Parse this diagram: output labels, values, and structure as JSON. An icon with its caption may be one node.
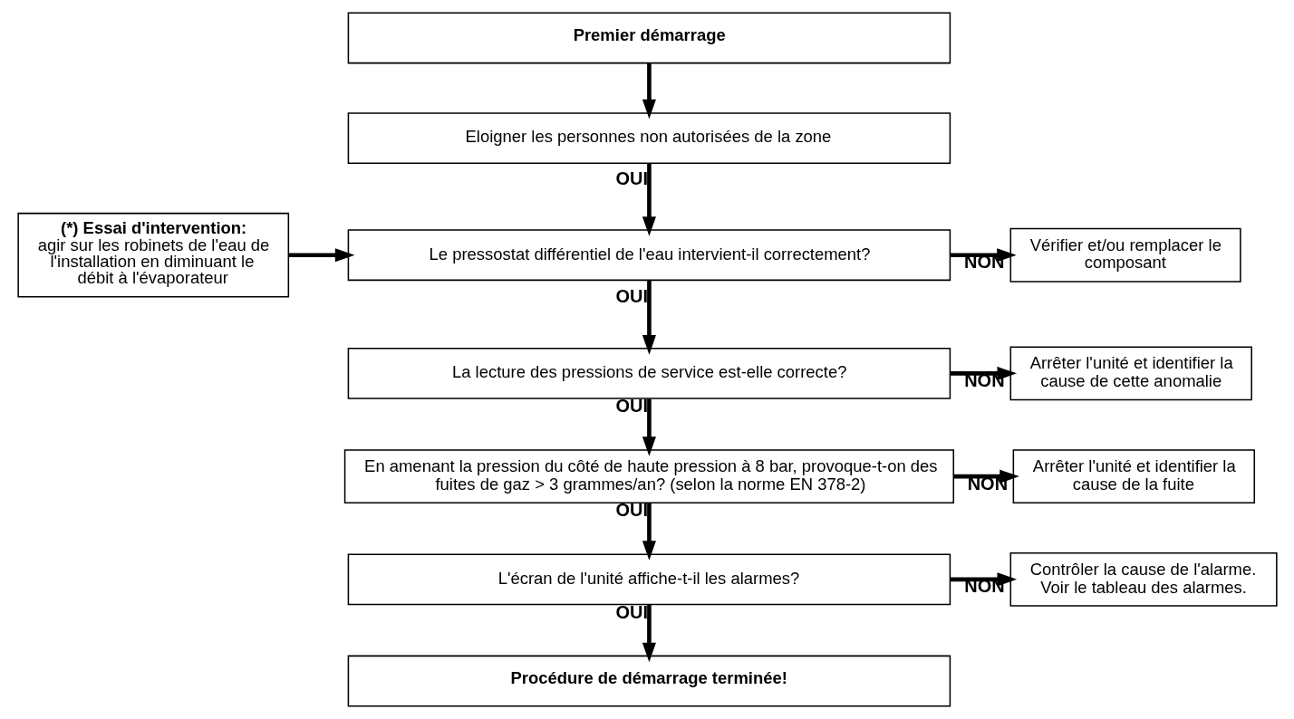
{
  "diagram": {
    "nodes": [
      {
        "text": [
          "Premier démarrage"
        ]
      },
      {
        "text": [
          "Eloigner les personnes non autorisées de la zone"
        ]
      },
      {
        "text": [
          "(*) Essai d'intervention:",
          "agir sur les robinets de l'eau de l'installation en diminuant le débit à l'évaporateur"
        ]
      },
      {
        "text": [
          "Le pressostat différentiel de l'eau intervient-il correctement?"
        ]
      },
      {
        "text": [
          "Vérifier et/ou remplacer le composant"
        ]
      },
      {
        "text": [
          "La lecture des pressions de service est-elle correcte?"
        ]
      },
      {
        "text": [
          "Arrêter l'unité et identifier la cause de cette anomalie"
        ]
      },
      {
        "text": [
          "En amenant la pression du côté de haute pression à 8 bar, provoque-t-on des fuites de gaz > 3 grammes/an? (selon la norme EN 378-2)"
        ]
      },
      {
        "text": [
          "Arrêter l'unité et identifier la cause de la fuite"
        ]
      },
      {
        "text": [
          "L'écran de l'unité affiche-t-il les alarmes?"
        ]
      },
      {
        "text": [
          "Contrôler la cause de l'alarme. Voir le tableau des alarmes."
        ]
      },
      {
        "text": [
          "Procédure de démarrage terminée!"
        ]
      }
    ],
    "edges": [
      {
        "from": 0,
        "to": 1,
        "arrow": "to"
      },
      {
        "from": 1,
        "to": 3,
        "arrow": "to",
        "label": "OUI"
      },
      {
        "from": 2,
        "to": 3,
        "arrow": "to"
      },
      {
        "from": 3,
        "to": 4,
        "arrow": "to",
        "label": "NON"
      },
      {
        "from": 3,
        "to": 5,
        "arrow": "to",
        "label": "OUI"
      },
      {
        "from": 5,
        "to": 6,
        "arrow": "to",
        "label": "NON"
      },
      {
        "from": 5,
        "to": 7,
        "arrow": "to",
        "label": "OUI"
      },
      {
        "from": 7,
        "to": 8,
        "arrow": "to",
        "label": "NON"
      },
      {
        "from": 7,
        "to": 9,
        "arrow": "to",
        "label": "OUI"
      },
      {
        "from": 9,
        "to": 10,
        "arrow": "to",
        "label": "NON"
      },
      {
        "from": 9,
        "to": 11,
        "arrow": "to",
        "label": "OUI"
      }
    ]
  }
}
